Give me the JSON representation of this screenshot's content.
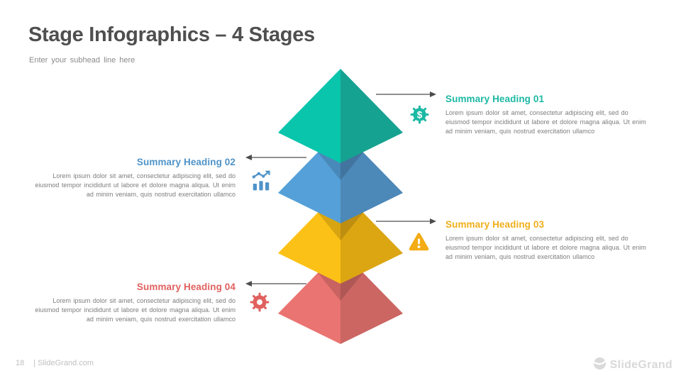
{
  "slide": {
    "title": "Stage Infographics – 4 Stages",
    "subhead": "Enter your subhead line here"
  },
  "stages": [
    {
      "heading": "Summary Heading 01",
      "body": "Lorem ipsum dolor sit amet, consectetur adipiscing elit, sed do eiusmod tempor incididunt ut labore et dolore magna aliqua. Ut enim ad minim veniam, quis nostrud exercitation ullamco",
      "side": "right",
      "icon": "money-gear-icon",
      "icon_symbol": "$",
      "color": "#08c5ac",
      "color_dark": "#16a291",
      "accent": "#1cb9a4"
    },
    {
      "heading": "Summary Heading 02",
      "body": "Lorem ipsum dolor sit amet, consectetur adipiscing elit, sed do eiusmod tempor incididunt ut labore et dolore magna aliqua. Ut enim ad minim veniam, quis nostrud exercitation ullamco",
      "side": "left",
      "icon": "bar-chart-icon",
      "color": "#55a0d8",
      "color_dark": "#4c88b8",
      "accent": "#4f93c8"
    },
    {
      "heading": "Summary Heading 03",
      "body": "Lorem ipsum dolor sit amet, consectetur adipiscing elit, sed do eiusmod tempor incididunt ut labore et dolore magna aliqua. Ut enim ad minim veniam, quis nostrud exercitation ullamco",
      "side": "right",
      "icon": "warning-icon",
      "color": "#fcc116",
      "color_dark": "#dca613",
      "accent": "#f3ac15"
    },
    {
      "heading": "Summary Heading 04",
      "body": "Lorem ipsum dolor sit amet, consectetur adipiscing elit, sed do eiusmod tempor incididunt ut labore et dolore magna aliqua. Ut enim ad minim veniam, quis nostrud exercitation ullamco",
      "side": "left",
      "icon": "gear-icon",
      "color": "#ea7471",
      "color_dark": "#cb6663",
      "accent": "#e0615e"
    }
  ],
  "arrow_color": "#4d4d4d",
  "footer": {
    "page_number": "18",
    "site": "| SlideGrand.com",
    "brand": "SlideGrand",
    "brand_color": "#d8d8d8"
  }
}
